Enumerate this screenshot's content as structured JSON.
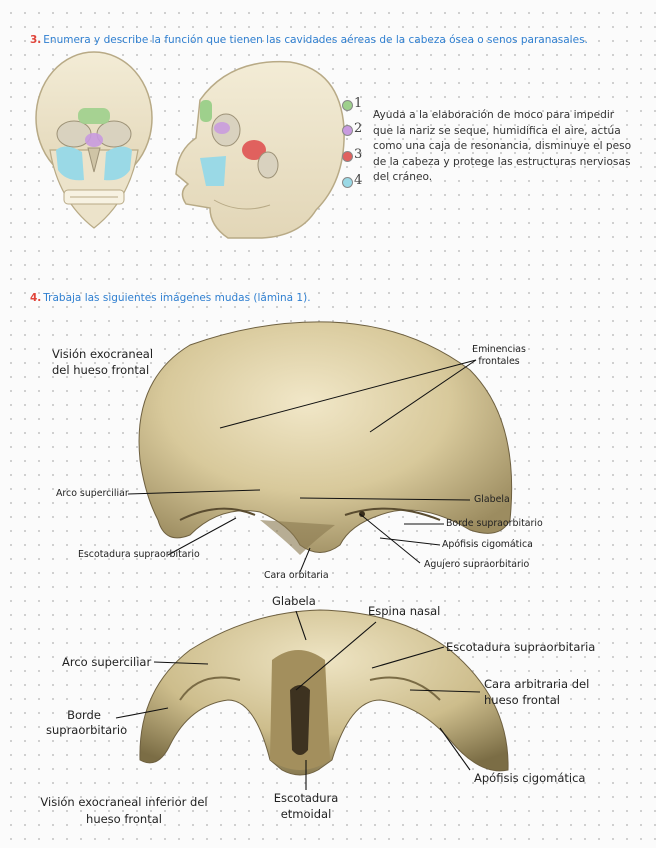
{
  "q3": {
    "number": "3.",
    "text": "Enumera y describe la función que tienen las cavidades aéreas de la cabeza ósea o senos paranasales.",
    "legend": [
      {
        "n": "1",
        "color": "#9ed08c"
      },
      {
        "n": "2",
        "color": "#c89adf"
      },
      {
        "n": "3",
        "color": "#e0615e"
      },
      {
        "n": "4",
        "color": "#9ad9e6"
      }
    ],
    "answer": "Ayuda a la elaboración de moco para impedir que la nariz se seque, humidifica el aire, actúa como una caja de resonancia, disminuye el peso de la cabeza y protege las estructuras nerviosas del cráneo."
  },
  "q4": {
    "number": "4.",
    "text": "Trabaja las siguientes imágenes mudas (lámina 1)."
  },
  "figure1": {
    "title": "Visión exocraneal del hueso frontal",
    "labels": {
      "eminencias": "Eminencias frontales",
      "arco": "Arco superciliar",
      "glabela": "Glabela",
      "borde": "Borde supraorbitario",
      "apofisis": "Apófisis cigomática",
      "agujero": "Agujero supraorbitario",
      "escotadura": "Escotadura supraorbitario",
      "cara": "Cara orbitaria"
    }
  },
  "figure2": {
    "title": "Visión exocraneal inferior del hueso frontal",
    "labels": {
      "glabela": "Glabela",
      "espina": "Espina nasal",
      "escotadura_supra": "Escotadura supraorbitaria",
      "arco": "Arco superciliar",
      "cara": "Cara arbitraria del hueso frontal",
      "borde": "Borde supraorbitario",
      "apofisis": "Apófisis cigomática",
      "escotadura_etm": "Escotadura etmoidal"
    }
  }
}
